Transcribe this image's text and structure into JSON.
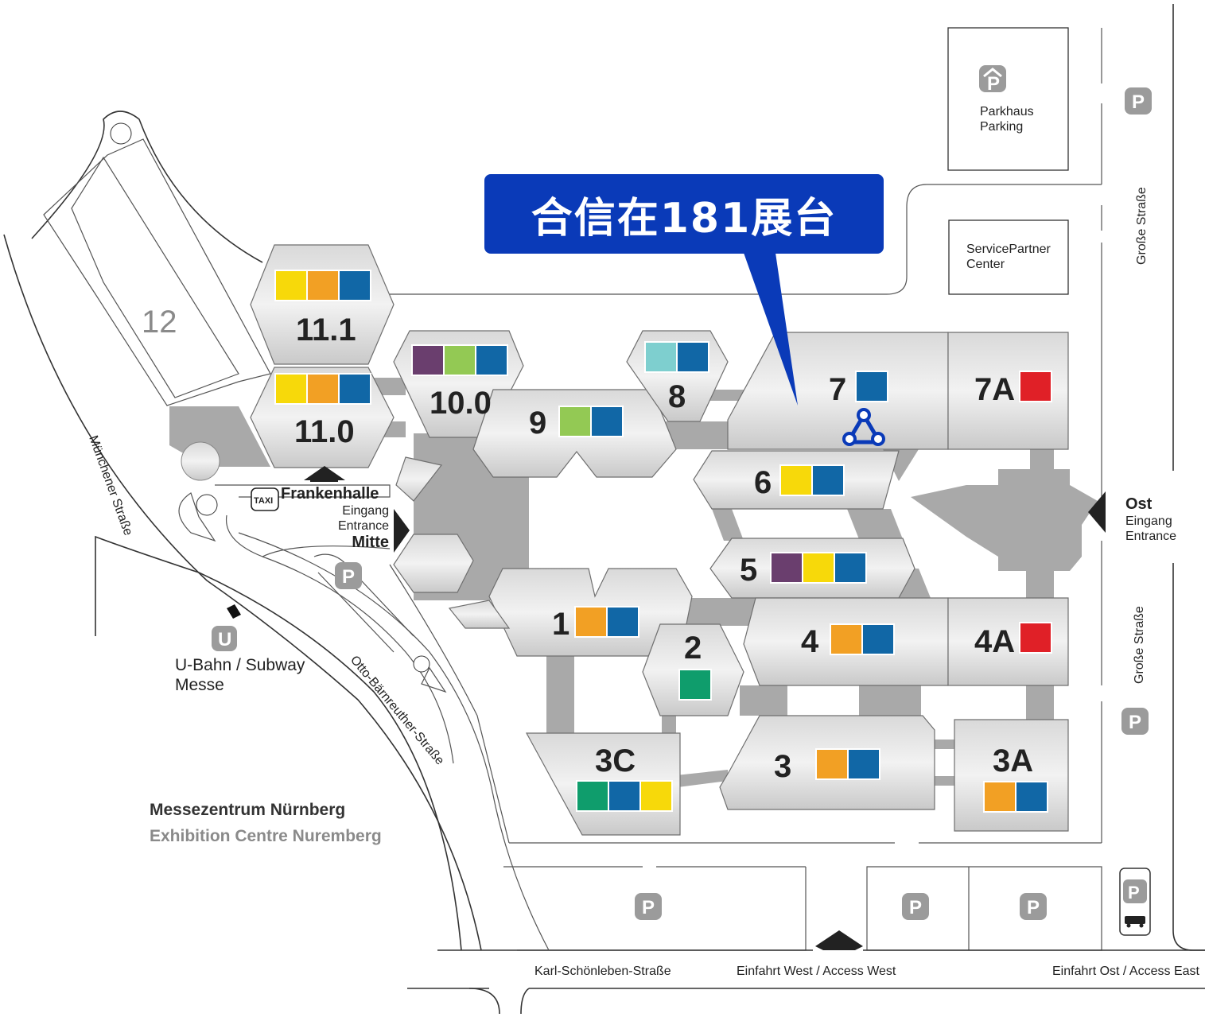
{
  "callout": {
    "text": "合信在181展台",
    "color": "#0a3ab8"
  },
  "colors": {
    "yellow": "#f7d90a",
    "orange": "#f2a024",
    "blue": "#1167a6",
    "purple": "#6a3e6e",
    "lightgreen": "#93c954",
    "teal": "#7ecfcf",
    "green": "#0f9d6c",
    "red": "#e02027"
  },
  "halls": {
    "h12": "12",
    "h11_1": "11.1",
    "h11_0": "11.0",
    "h10_0": "10.0",
    "h9": "9",
    "h8": "8",
    "h7": "7",
    "h7a": "7A",
    "h6": "6",
    "h5": "5",
    "h4": "4",
    "h4a": "4A",
    "h1": "1",
    "h2": "2",
    "h3": "3",
    "h3a": "3A",
    "h3c": "3C"
  },
  "buildings": {
    "parkhaus": [
      "Parkhaus",
      "Parking"
    ],
    "servicepartner": [
      "ServicePartner",
      "Center"
    ]
  },
  "entrances": {
    "frankenhalle": "Frankenhalle",
    "mitte_lines": [
      "Eingang",
      "Entrance"
    ],
    "mitte": "Mitte",
    "ost": "Ost",
    "ost_lines": [
      "Eingang",
      "Entrance"
    ]
  },
  "taxi": "TAXI",
  "ubahn": {
    "sign": "U",
    "line1": "U-Bahn / Subway",
    "line2": "Messe"
  },
  "parking_sign": "P",
  "streets": {
    "muenchener": "Münchener Straße",
    "otto": "Otto-Bärnreuther-Straße",
    "grosse_top": "Große Straße",
    "grosse_bottom": "Große Straße",
    "karl": "Karl-Schönleben-Straße",
    "access_west": "Einfahrt West / Access West",
    "access_east": "Einfahrt Ost / Access East"
  },
  "title": {
    "line1": "Messezentrum Nürnberg",
    "line2": "Exhibition Centre Nuremberg"
  }
}
